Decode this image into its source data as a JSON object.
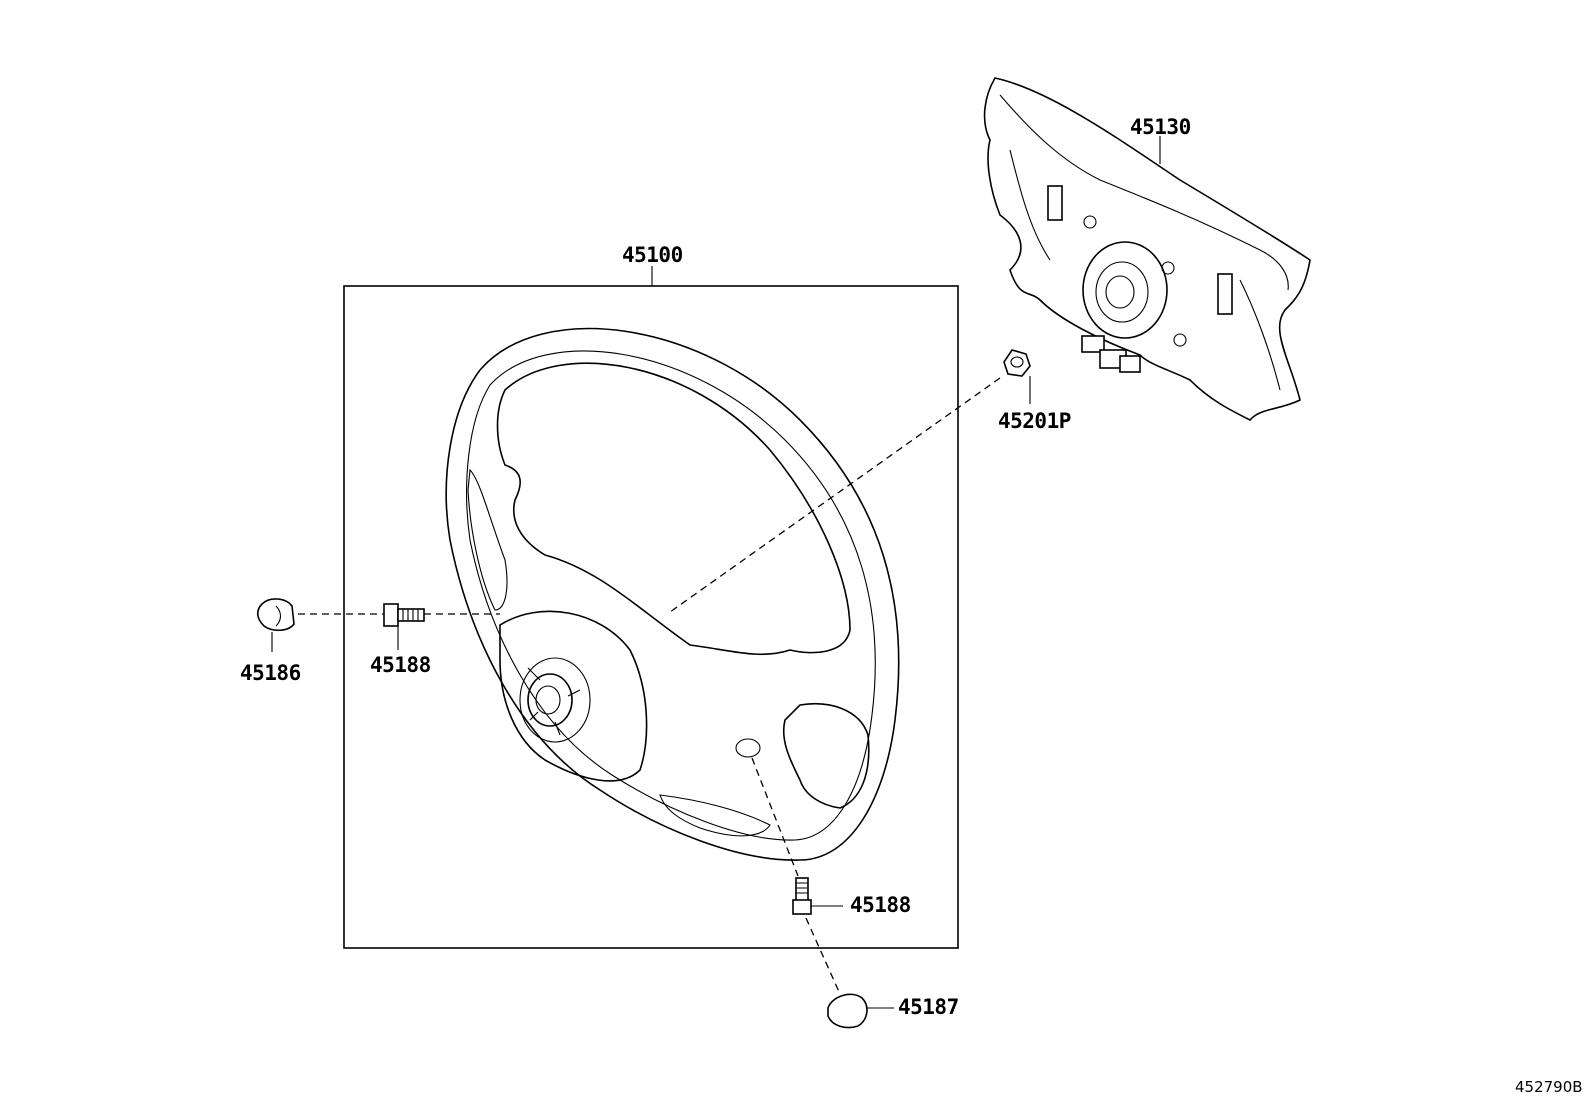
{
  "diagram": {
    "parts": [
      {
        "id": "p45100",
        "number": "45100"
      },
      {
        "id": "p45130",
        "number": "45130"
      },
      {
        "id": "p45201p",
        "number": "45201P"
      },
      {
        "id": "p45186",
        "number": "45186"
      },
      {
        "id": "p45188a",
        "number": "45188"
      },
      {
        "id": "p45188b",
        "number": "45188"
      },
      {
        "id": "p45187",
        "number": "45187"
      }
    ],
    "reference_code": "452790B"
  }
}
